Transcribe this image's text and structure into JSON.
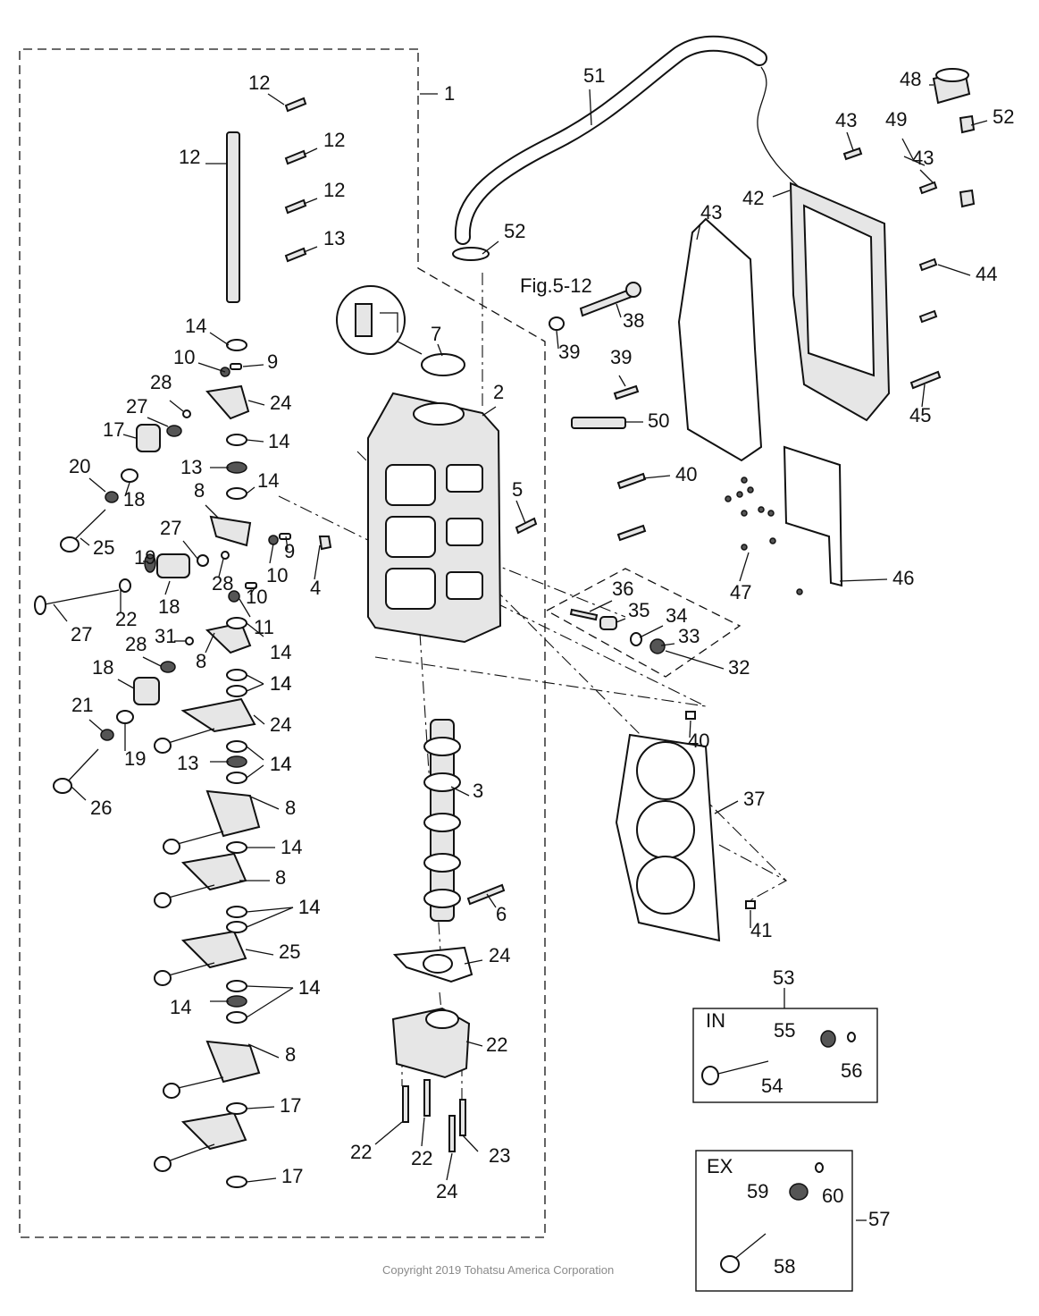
{
  "figure_ref": "Fig.5-12",
  "copyright": "Copyright 2019 Tohatsu America Corporation",
  "inset_in": {
    "header": "IN",
    "group_no": "53",
    "parts": [
      "54",
      "55",
      "56"
    ]
  },
  "inset_ex": {
    "header": "EX",
    "group_no": "57",
    "parts": [
      "58",
      "59",
      "60"
    ]
  },
  "callouts": [
    "1",
    "2",
    "3",
    "4",
    "5",
    "6",
    "7",
    "8",
    "8",
    "8",
    "8",
    "8",
    "9",
    "9",
    "10",
    "10",
    "10",
    "11",
    "12",
    "12",
    "12",
    "12",
    "13",
    "13",
    "13",
    "14",
    "14",
    "14",
    "14",
    "14",
    "14",
    "14",
    "14",
    "14",
    "14",
    "14",
    "14",
    "14",
    "14",
    "17",
    "17",
    "17",
    "18",
    "18",
    "18",
    "19",
    "19",
    "20",
    "21",
    "22",
    "22",
    "22",
    "22",
    "23",
    "24",
    "24",
    "24",
    "24",
    "25",
    "25",
    "26",
    "27",
    "27",
    "27",
    "28",
    "28",
    "28",
    "31",
    "32",
    "33",
    "34",
    "35",
    "36",
    "37",
    "38",
    "39",
    "39",
    "40",
    "40",
    "41",
    "42",
    "43",
    "43",
    "43",
    "44",
    "45",
    "46",
    "47",
    "48",
    "49",
    "50",
    "51",
    "52",
    "52"
  ],
  "colors": {
    "line": "#111111",
    "part_fill": "#e6e6e6",
    "copyright": "#8a8a8a"
  }
}
